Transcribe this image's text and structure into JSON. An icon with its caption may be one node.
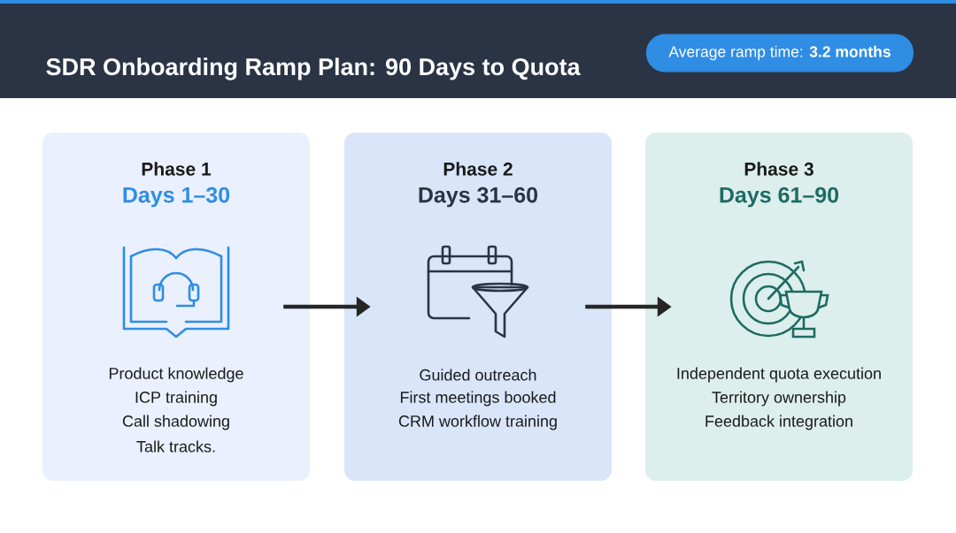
{
  "diagram": {
    "title": "SDR Onboarding Ramp Plan: 90 Days to Quota",
    "nodes": [
      {
        "text": [
          "Phase 1",
          "Days 1–30",
          "Product knowledge",
          "ICP training",
          "Call shadowing",
          "Talk tracks."
        ]
      },
      {
        "text": [
          "Phase 2",
          "Days 31–60",
          "Guided outreach",
          "First meetings booked",
          "CRM workflow training"
        ]
      },
      {
        "text": [
          "Phase 3",
          "Days 61–90",
          "Independent quota execution",
          "Territory ownership",
          "Feedback integration"
        ]
      },
      {
        "text": [
          "Average ramp time: **3.2 months**"
        ]
      }
    ],
    "edges": [
      {
        "from": 0,
        "to": 1,
        "arrow": "to"
      },
      {
        "from": 1,
        "to": 2,
        "arrow": "to"
      }
    ]
  }
}
